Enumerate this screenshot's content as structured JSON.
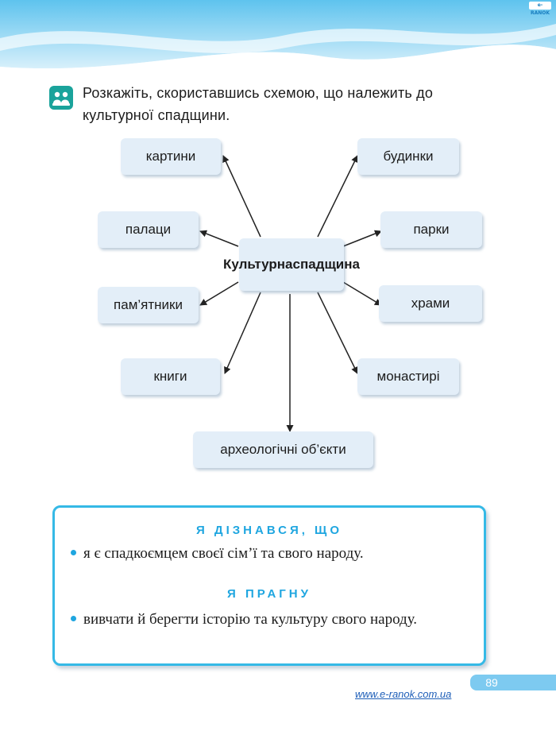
{
  "header": {
    "publisher_logo": "e-RANOK"
  },
  "task": {
    "icon": "group-discussion-icon",
    "text": "Розкажіть, скориставшись схемою, що належить до культурної спадщини."
  },
  "diagram": {
    "center": {
      "line1": "Культурна",
      "line2": "спадщина"
    },
    "nodes": {
      "paintings": "картини",
      "buildings": "будинки",
      "palaces": "палаци",
      "parks": "парки",
      "monuments": "пам’ятники",
      "temples": "храми",
      "books": "книги",
      "monasteries": "монастирі",
      "archaeology": "археологічні об’єкти"
    }
  },
  "summary": {
    "learned_heading": "Я ДІЗНАВСЯ, ЩО",
    "learned_item": "я є спадкоємцем своєї сім’ї та свого народу.",
    "strive_heading": "Я ПРАГНУ",
    "strive_item": "вивчати й берегти історію та культуру свого народу."
  },
  "footer": {
    "page_number": "89",
    "website": "www.e-ranok.com.ua"
  },
  "colors": {
    "accent": "#1fa6e0",
    "box_border": "#35b9e6",
    "node_fill": "#e3eef8",
    "icon_fill": "#1aa39b",
    "link": "#1f5fb8"
  }
}
